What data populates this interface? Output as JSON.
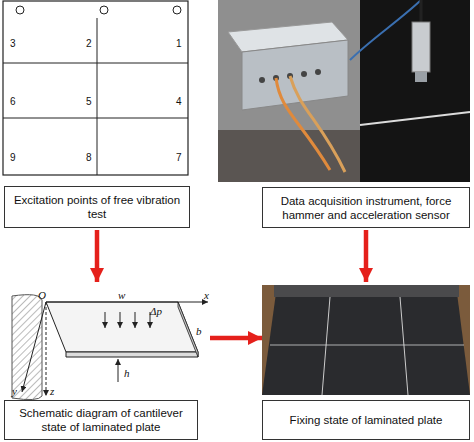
{
  "diagram": {
    "nodes": [
      {
        "text": [
          "Excitation points of free vibration test"
        ]
      },
      {
        "text": [
          "Data acquisition instrument, force hammer and acceleration sensor"
        ]
      },
      {
        "text": [
          "Schematic diagram of cantilever state of laminated plate"
        ]
      },
      {
        "text": [
          "Fixing state of laminated plate"
        ]
      }
    ],
    "edges": [
      {
        "from": 0,
        "to": 2,
        "arrow": "to"
      },
      {
        "from": 1,
        "to": 3,
        "arrow": "to"
      },
      {
        "from": 2,
        "to": 3,
        "arrow": "to"
      }
    ],
    "labels": [
      "3",
      "2",
      "1",
      "6",
      "5",
      "4",
      "9",
      "8",
      "7",
      "O",
      "w",
      "x",
      "Δp",
      "h",
      "b",
      "y",
      "z"
    ]
  }
}
